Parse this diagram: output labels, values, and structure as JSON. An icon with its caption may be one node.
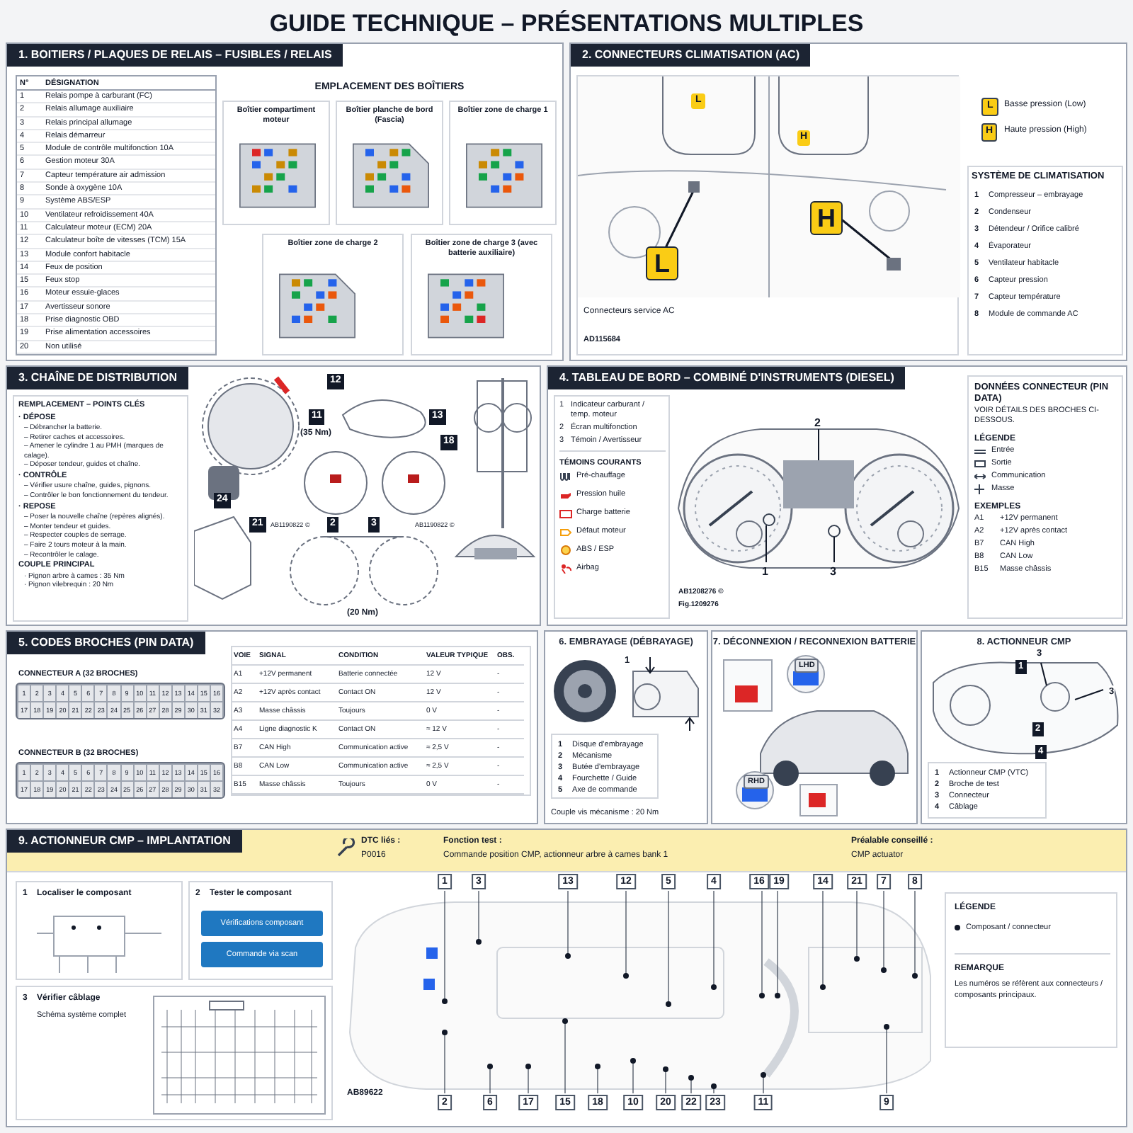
{
  "diagram": {
    "title": "GUIDE TECHNIQUE – PRÉSENTATIONS MULTIPLES",
    "nodes": [
      {
        "text": [
          "1. BOITIERS / PLAQUES DE RELAIS – FUSIBLES / RELAIS"
        ]
      },
      {
        "text": [
          "Boîtier compartiment moteur"
        ],
        "in": 0
      },
      {
        "text": [
          "Boîtier planche de bord (Fascia)"
        ],
        "in": 0
      },
      {
        "text": [
          "Boîtier zone de charge 1"
        ],
        "in": 0
      },
      {
        "text": [
          "Boîtier zone de charge 2"
        ],
        "in": 0
      },
      {
        "text": [
          "Boîtier zone de charge 3 (avec batterie auxiliaire)"
        ],
        "in": 0
      },
      {
        "text": [
          "2. CONNECTEURS CLIMATISATION (AC)"
        ]
      },
      {
        "text": [
          "Connecteurs service AC",
          "AD115684"
        ],
        "in": 6
      },
      {
        "text": [
          "SYSTÈME DE CLIMATISATION",
          "1",
          "Compresseur – embrayage",
          "2",
          "Condenseur",
          "3",
          "Détendeur / Orifice calibré",
          "4",
          "Évaporateur",
          "5",
          "Ventilateur habitacle",
          "6",
          "Capteur pression",
          "7",
          "Capteur température",
          "8",
          "Module de commande AC"
        ],
        "in": 6
      },
      {
        "text": [
          "3. CHAÎNE DE DISTRIBUTION"
        ]
      },
      {
        "text": [
          "REMPLACEMENT – POINTS CLÉS",
          "· DÉPOSE",
          "– Débrancher la batterie.",
          "– Retirer caches et accessoires.",
          "– Amener le cylindre 1 au PMH (marques de calage).",
          "– Déposer tendeur, guides et chaîne.",
          "· CONTRÔLE",
          "– Vérifier usure chaîne, guides, pignons.",
          "– Contrôler le bon fonctionnement du tendeur.",
          "· REPOSE",
          "– Poser la nouvelle chaîne (repères alignés).",
          "– Monter tendeur et guides.",
          "– Respecter couples de serrage.",
          "– Faire 2 tours moteur à la main.",
          "– Recontrôler le calage.",
          "COUPLE PRINCIPAL",
          "· Pignon arbre à cames : 35 Nm",
          "· Pignon vilebrequin : 20 Nm"
        ],
        "in": 9
      },
      {
        "text": [
          "4. TABLEAU DE BORD – COMBINÉ D'INSTRUMENTS (DIESEL)"
        ]
      },
      {
        "text": [
          "1",
          "Indicateur carburant / temp. moteur",
          "2",
          "Écran multifonction",
          "3",
          "Témoin / Avertisseur",
          "TÉMOINS COURANTS",
          "Pré-chauffage",
          "Pression huile",
          "Charge batterie",
          "Défaut moteur",
          "ABS / ESP",
          "Airbag"
        ],
        "in": 11
      },
      {
        "text": [
          "DONNÉES CONNECTEUR (PIN DATA)",
          "VOIR DÉTAILS DES BROCHES CI-DESSOUS.",
          "LÉGENDE",
          "Entrée",
          "Sortie",
          "Communication",
          "Masse",
          "EXEMPLES",
          "A1",
          "+12V permanent",
          "A2",
          "+12V après contact",
          "B7",
          "CAN High",
          "B8",
          "CAN Low",
          "B15",
          "Masse châssis"
        ],
        "in": 11
      },
      {
        "text": [
          "5. CODES BROCHES (PIN DATA)"
        ]
      },
      {
        "text": [
          "1",
          "2",
          "3",
          "4",
          "5",
          "6",
          "7",
          "8",
          "9",
          "10",
          "11",
          "12",
          "13",
          "14",
          "15",
          "16",
          "17",
          "18",
          "19",
          "20",
          "21",
          "22",
          "23",
          "24",
          "25",
          "26",
          "27",
          "28",
          "29",
          "30",
          "31",
          "32"
        ],
        "in": 14
      },
      {
        "text": [
          "1",
          "2",
          "3",
          "4",
          "5",
          "6",
          "7",
          "8",
          "9",
          "10",
          "11",
          "12",
          "13",
          "14",
          "15",
          "16",
          "17",
          "18",
          "19",
          "20",
          "21",
          "22",
          "23",
          "24",
          "25",
          "26",
          "27",
          "28",
          "29",
          "30",
          "31",
          "32"
        ],
        "in": 14
      },
      {
        "text": [
          "6. EMBRAYAGE (DÉBRAYAGE)"
        ]
      },
      {
        "text": [
          "1",
          "Disque d'embrayage",
          "2",
          "Mécanisme",
          "3",
          "Butée d'embrayage",
          "4",
          "Fourchette / Guide",
          "5",
          "Axe de commande"
        ],
        "in": 17
      },
      {
        "text": [
          "7. DÉCONNEXION / RECONNEXION BATTERIE"
        ]
      },
      {
        "text": [
          "8. ACTIONNEUR CMP"
        ]
      },
      {
        "text": [
          "1",
          "Actionneur CMP (VTC)",
          "2",
          "Broche de test",
          "3",
          "Connecteur",
          "4",
          "Câblage"
        ],
        "in": 20
      },
      {
        "text": [
          "9. ACTIONNEUR CMP – IMPLANTATION"
        ]
      },
      {
        "text": [
          "1",
          "Localiser le composant"
        ],
        "in": 22
      },
      {
        "text": [
          "2",
          "Tester le composant"
        ],
        "in": 22
      },
      {
        "text": [
          "Vérifications composant"
        ],
        "in": 24
      },
      {
        "text": [
          "Commande via scan"
        ],
        "in": 24
      },
      {
        "text": [
          "3",
          "Vérifier câblage",
          "Schéma système complet"
        ],
        "in": 22
      },
      {
        "text": [
          "LÉGENDE",
          "Composant / connecteur",
          "REMARQUE",
          "Les numéros se réfèrent aux connecteurs / composants principaux."
        ],
        "in": 22
      }
    ],
    "labels": [
      "EMPLACEMENT DES BOÎTIERS",
      "N°",
      "DÉSIGNATION",
      "1",
      "Relais pompe à carburant (FC)",
      "2",
      "Relais allumage auxiliaire",
      "3",
      "Relais principal allumage",
      "4",
      "Relais démarreur",
      "5",
      "Module de contrôle multifonction 10A",
      "6",
      "Gestion moteur 30A",
      "7",
      "Capteur température air admission",
      "8",
      "Sonde à oxygène 10A",
      "9",
      "Système ABS/ESP",
      "10",
      "Ventilateur refroidissement 40A",
      "11",
      "Calculateur moteur (ECM) 20A",
      "12",
      "Calculateur boîte de vitesses (TCM) 15A",
      "13",
      "Module confort habitacle",
      "14",
      "Feux de position",
      "15",
      "Feux stop",
      "16",
      "Moteur essuie-glaces",
      "17",
      "Avertisseur sonore",
      "18",
      "Prise diagnostic OBD",
      "19",
      "Prise alimentation accessoires",
      "20",
      "Non utilisé",
      "L",
      "H",
      "L",
      "H",
      "L",
      "Basse pression (Low)",
      "H",
      "Haute pression (High)",
      "12",
      "11",
      "(35 Nm)",
      "13",
      "18",
      "24",
      "21",
      "AB1190822 ©",
      "2",
      "3",
      "AB1190822 ©",
      "(20 Nm)",
      "2",
      "1",
      "3",
      "AB1208276 ©",
      "Fig.1209276",
      "CONNECTEUR A (32 BROCHES)",
      "CONNECTEUR B (32 BROCHES)",
      "VOIE",
      "SIGNAL",
      "CONDITION",
      "VALEUR TYPIQUE",
      "OBS.",
      "A1",
      "+12V permanent",
      "Batterie connectée",
      "12 V",
      "-",
      "A2",
      "+12V après contact",
      "Contact ON",
      "12 V",
      "-",
      "A3",
      "Masse châssis",
      "Toujours",
      "0 V",
      "-",
      "A4",
      "Ligne diagnostic K",
      "Contact ON",
      "≈ 12 V",
      "-",
      "B7",
      "CAN High",
      "Communication active",
      "≈ 2,5 V",
      "-",
      "B8",
      "CAN Low",
      "Communication active",
      "≈ 2,5 V",
      "-",
      "B15",
      "Masse châssis",
      "Toujours",
      "0 V",
      "-",
      "1",
      "Couple vis mécanisme : 20 Nm",
      "LHD",
      "RHD",
      "1",
      "3",
      "3",
      "2",
      "4",
      "DTC liés :",
      "P0016",
      "Fonction test :",
      "Commande position CMP, actionneur arbre à cames bank 1",
      "Préalable conseillé :",
      "CMP actuator",
      "1",
      "3",
      "13",
      "12",
      "5",
      "4",
      "16",
      "19",
      "14",
      "21",
      "7",
      "8",
      "AB89622",
      "2",
      "6",
      "17",
      "15",
      "18",
      "10",
      "20",
      "22",
      "23",
      "11",
      "9"
    ]
  }
}
